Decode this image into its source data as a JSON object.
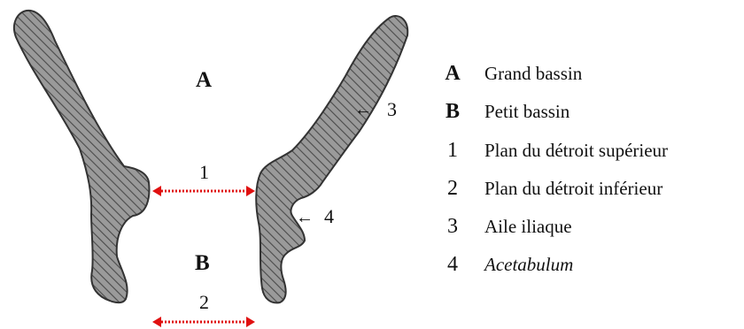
{
  "diagram": {
    "regions": {
      "A": "A",
      "B": "B"
    },
    "markers": {
      "1": "1",
      "2": "2",
      "3": "3",
      "4": "4"
    },
    "arrow_glyph": "←",
    "colors": {
      "bone_fill": "#9a9a9a",
      "hatch": "#4a4a4a",
      "outline": "#333333",
      "measure_line": "#e01010"
    }
  },
  "legend": [
    {
      "key": "A",
      "text": "Grand bassin",
      "key_style": "bold"
    },
    {
      "key": "B",
      "text": "Petit bassin",
      "key_style": "bold"
    },
    {
      "key": "1",
      "text": "Plan du détroit supérieur"
    },
    {
      "key": "2",
      "text": "Plan du détroit inférieur"
    },
    {
      "key": "3",
      "text": "Aile iliaque"
    },
    {
      "key": "4",
      "text": "Acetabulum",
      "text_style": "italic"
    }
  ]
}
